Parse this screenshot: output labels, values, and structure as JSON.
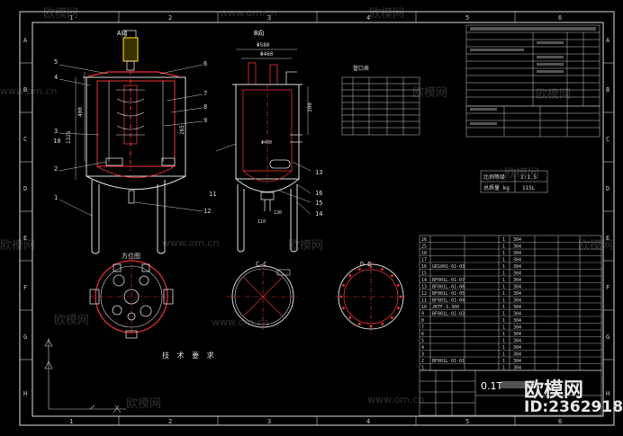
{
  "grid": {
    "columns": [
      "1",
      "2",
      "3",
      "4",
      "5",
      "6"
    ],
    "rows": [
      "A",
      "B",
      "C",
      "D",
      "E",
      "F",
      "G",
      "H"
    ]
  },
  "views": {
    "front_view_label": "A向",
    "side_view_label": "B向",
    "plan_label": "方位图",
    "section_c_label": "C—C",
    "section_d_label": "D—D",
    "nozzle_table_title": "管口表",
    "tech_req_title": "技 术 要 求"
  },
  "dims": {
    "top_width": "Φ580",
    "inner_width": "Φ460",
    "inner_dia": "Φ400",
    "height_main": "1325",
    "d_300": "300",
    "d_400": "400",
    "d_110": "110",
    "d_130": "130",
    "d_265": "265"
  },
  "callouts_left": [
    "5",
    "4",
    "3",
    "10",
    "2",
    "1",
    "6",
    "7",
    "8",
    "9",
    "12"
  ],
  "callouts_right": [
    "11",
    "13",
    "14",
    "15",
    "16"
  ],
  "scale_box": [
    {
      "label": "比例等级",
      "value": "1:1.5"
    },
    {
      "label": "总质量 kg",
      "value": "115L"
    }
  ],
  "parts_numbers": [
    "26",
    "25",
    "18",
    "17",
    "16",
    "15",
    "14",
    "13",
    "12",
    "11",
    "10",
    "9",
    "8",
    "7",
    "6",
    "5",
    "4",
    "3",
    "2",
    "1"
  ],
  "parts_codes": [
    "",
    "",
    "",
    "",
    "GR1001-01-03",
    "",
    "BF001L-01-07",
    "BF001L-01-06",
    "BF001L-01-05",
    "BF001L-01-04",
    "JKTF-3.300",
    "BF001L-01-03",
    "",
    "",
    "",
    "",
    "",
    "",
    "BF001L-01-01",
    ""
  ],
  "parts_qty": [
    "1",
    "1",
    "1",
    "1",
    "1",
    "1",
    "1",
    "1",
    "1",
    "1",
    "1",
    "1",
    "1",
    "1",
    "1",
    "1",
    "1",
    "1",
    "1",
    "1"
  ],
  "parts_material": [
    "304",
    "304",
    "304",
    "304",
    "304",
    "304",
    "304",
    "304",
    "304",
    "304",
    "304",
    "304",
    "304",
    "304",
    "304",
    "304",
    "304",
    "304",
    "304",
    "304"
  ],
  "title_block": {
    "name": "0.1T",
    "drawing_id": "ID:2362918"
  },
  "watermarks": {
    "brand": "欧模网",
    "site": "www.om.cn",
    "id_text": "ID:2362918"
  }
}
